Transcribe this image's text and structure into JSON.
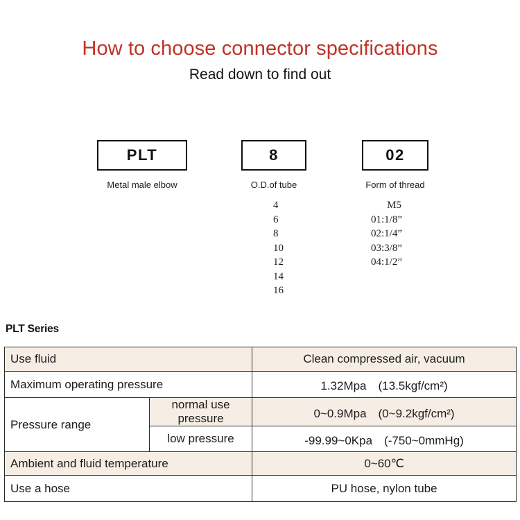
{
  "header": {
    "title": "How to choose connector specifications",
    "subtitle": "Read down to find out",
    "title_color": "#bf3326"
  },
  "code_breakdown": {
    "columns": [
      {
        "code": "PLT",
        "caption": "Metal male elbow",
        "options": []
      },
      {
        "code": "8",
        "caption": "O.D.of tube",
        "options": [
          "4",
          "6",
          "8",
          "10",
          "12",
          "14",
          "16"
        ]
      },
      {
        "code": "02",
        "caption": "Form of thread",
        "options": [
          "M5",
          "01:1/8”",
          "02:1/4”",
          "03:3/8”",
          "04:1/2”"
        ]
      }
    ]
  },
  "spec": {
    "heading": "PLT Series",
    "rows": [
      {
        "label": "Use fluid",
        "value": "Clean compressed air, vacuum"
      },
      {
        "label": "Maximum operating pressure",
        "value": "1.32Mpa　(13.5kgf/cm²)"
      },
      {
        "label": "Pressure range",
        "sub_rows": [
          {
            "sub_label": "normal use pressure",
            "value": "0~0.9Mpa　(0~9.2kgf/cm²)"
          },
          {
            "sub_label": "low pressure",
            "value": "-99.99~0Kpa　(-750~0mmHg)"
          }
        ]
      },
      {
        "label": "Ambient and fluid temperature",
        "value": "0~60℃"
      },
      {
        "label": "Use a hose",
        "value": "PU hose, nylon tube"
      }
    ],
    "colors": {
      "row_shaded": "#f6eee4",
      "row_plain": "#ffffff",
      "border": "#2b2b2b"
    }
  }
}
